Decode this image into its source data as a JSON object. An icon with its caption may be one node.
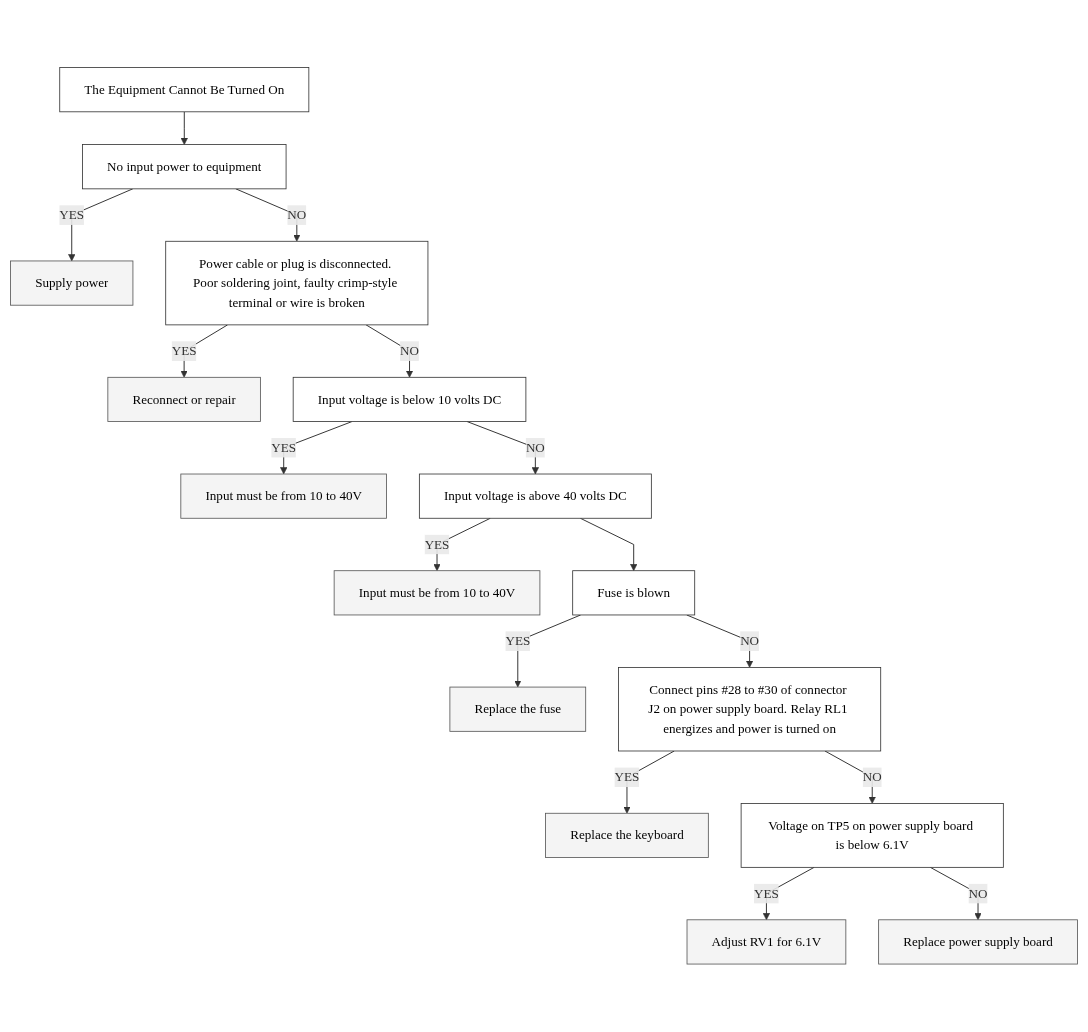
{
  "diagram": {
    "nodes": [
      {
        "text": [
          "The Equipment Cannot Be Turned On"
        ]
      },
      {
        "text": [
          "No input power to equipment"
        ]
      },
      {
        "text": [
          "Supply power"
        ]
      },
      {
        "text": [
          "Power cable or plug is disconnected. Poor soldering joint, faulty crimp-style terminal or wire is broken"
        ]
      },
      {
        "text": [
          "Reconnect or repair"
        ]
      },
      {
        "text": [
          "Input voltage is below 10 volts DC"
        ]
      },
      {
        "text": [
          "Input must be from 10 to 40V"
        ]
      },
      {
        "text": [
          "Input voltage is above 40 volts DC"
        ]
      },
      {
        "text": [
          "Input must be from 10 to 40V"
        ]
      },
      {
        "text": [
          "Fuse is blown"
        ]
      },
      {
        "text": [
          "Replace the fuse"
        ]
      },
      {
        "text": [
          "Connect pins #28 to #30 of connector J2 on power supply board. Relay RL1 energizes and power is turned on"
        ]
      },
      {
        "text": [
          "Replace the keyboard"
        ]
      },
      {
        "text": [
          "Voltage on TP5 on power supply board is below 6.1V"
        ]
      },
      {
        "text": [
          "Adjust RV1 for 6.1V"
        ]
      },
      {
        "text": [
          "Replace power supply board"
        ]
      }
    ],
    "edges": [
      {
        "from": 0,
        "to": 1,
        "arrow": "to"
      },
      {
        "from": 1,
        "to": 2,
        "arrow": "to",
        "label": "YES"
      },
      {
        "from": 1,
        "to": 3,
        "arrow": "to",
        "label": "NO"
      },
      {
        "from": 3,
        "to": 4,
        "arrow": "to",
        "label": "YES"
      },
      {
        "from": 3,
        "to": 5,
        "arrow": "to",
        "label": "NO"
      },
      {
        "from": 5,
        "to": 6,
        "arrow": "to",
        "label": "YES"
      },
      {
        "from": 5,
        "to": 7,
        "arrow": "to",
        "label": "NO"
      },
      {
        "from": 7,
        "to": 8,
        "arrow": "to",
        "label": "YES"
      },
      {
        "from": 7,
        "to": 9,
        "arrow": "to"
      },
      {
        "from": 9,
        "to": 10,
        "arrow": "to",
        "label": "YES"
      },
      {
        "from": 9,
        "to": 11,
        "arrow": "to",
        "label": "NO"
      },
      {
        "from": 11,
        "to": 12,
        "arrow": "to",
        "label": "YES"
      },
      {
        "from": 11,
        "to": 13,
        "arrow": "to",
        "label": "NO"
      },
      {
        "from": 13,
        "to": 14,
        "arrow": "to",
        "label": "YES"
      },
      {
        "from": 13,
        "to": 15,
        "arrow": "to",
        "label": "NO"
      }
    ]
  }
}
